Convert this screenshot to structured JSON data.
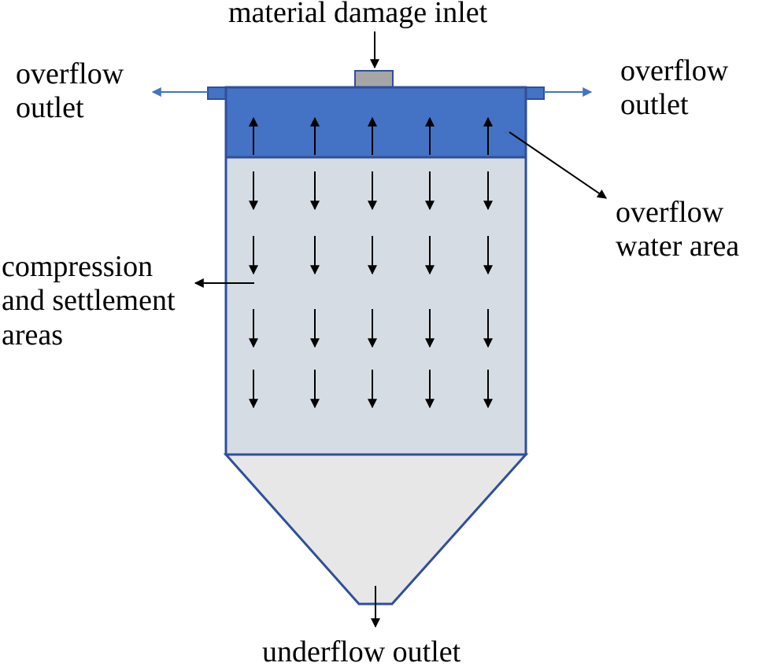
{
  "labels": {
    "inlet": "material damage inlet",
    "overflow_left": [
      "overflow",
      "outlet"
    ],
    "overflow_right": [
      "overflow",
      "outlet"
    ],
    "overflow_water_area": [
      "overflow",
      "water area"
    ],
    "compression_area": [
      "compression",
      "and settlement",
      "areas"
    ],
    "underflow": "underflow outlet"
  },
  "colors": {
    "outline": "#2f4f9a",
    "overflow_zone": "#4472c4",
    "settle_zone": "#d6dce4",
    "cone": "#e7e7e7",
    "inlet_pipe": "#a6a6a6",
    "overflow_arrow": "#4472c4",
    "arrow": "#000000"
  },
  "flow_arrows": {
    "overflow_zone_direction": "up",
    "settlement_zone_direction": "down",
    "columns": 5,
    "settlement_rows": 4
  }
}
